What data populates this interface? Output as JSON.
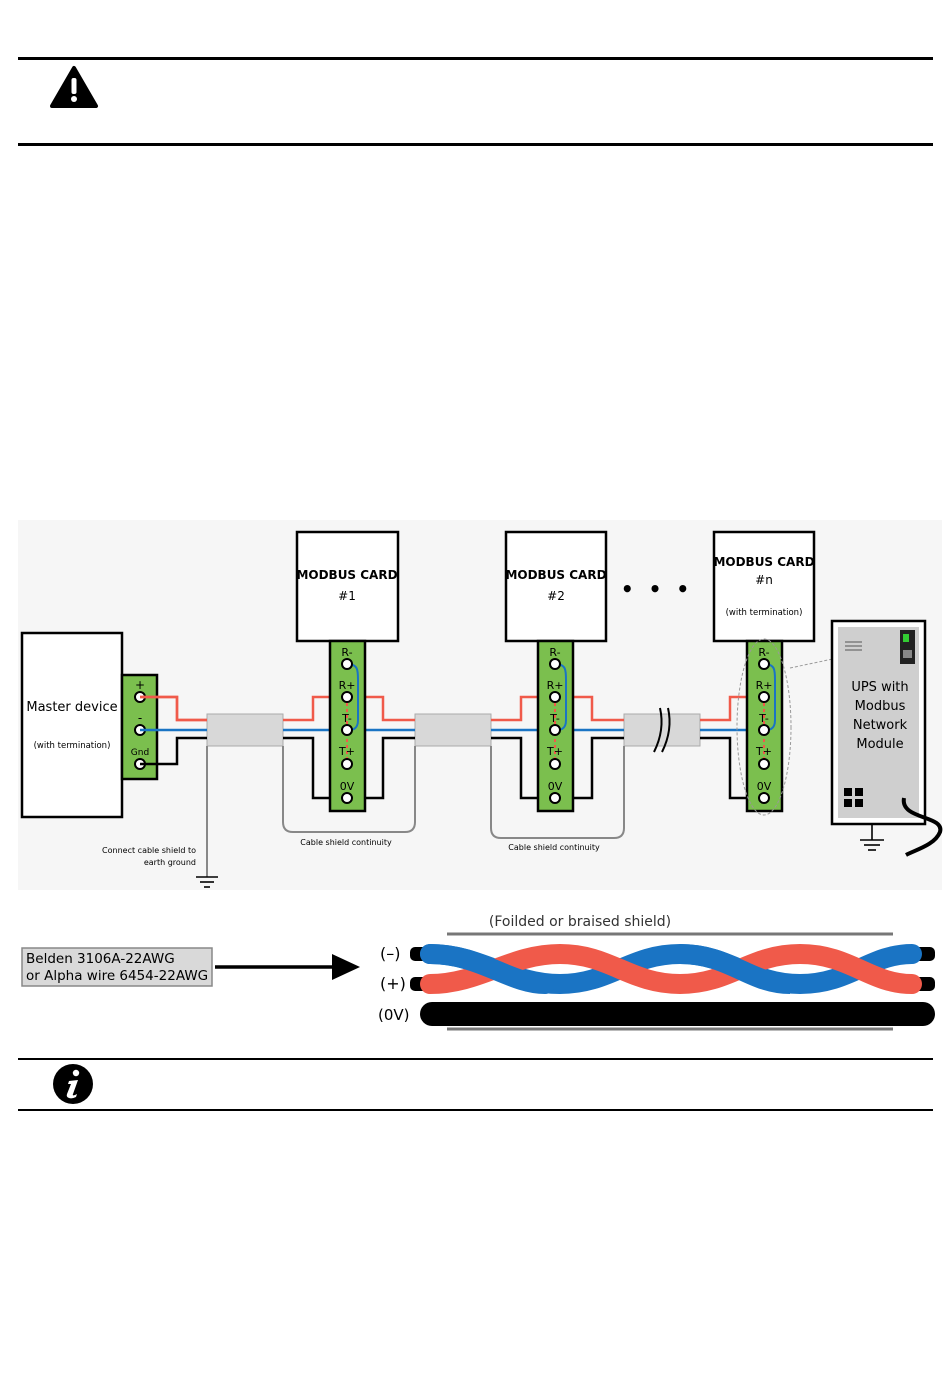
{
  "warning_panel": {
    "icon": "warning-triangle-icon"
  },
  "info_panel": {
    "icon": "info-icon"
  },
  "wiring_diagram": {
    "master": {
      "title": "Master device",
      "subtitle": "(with termination)",
      "terminals": [
        "+",
        "-",
        "Gnd"
      ]
    },
    "cards": [
      {
        "title": "MODBUS CARD",
        "number": "#1",
        "note": ""
      },
      {
        "title": "MODBUS CARD",
        "number": "#2",
        "note": ""
      },
      {
        "title": "MODBUS CARD",
        "number": "#n",
        "note": "(with termination)"
      }
    ],
    "card_terminals": [
      "R-",
      "R+",
      "T-",
      "T+",
      "0V"
    ],
    "ellipsis": "• • •",
    "ups_module": {
      "line1": "UPS with",
      "line2": "Modbus",
      "line3": "Network",
      "line4": "Module"
    },
    "shield_note_1": "Cable shield continuity",
    "shield_note_2": "Cable shield continuity",
    "ground_note_1": "Connect cable shield to",
    "ground_note_2": "earth ground",
    "colors": {
      "positive_wire": "#f05a4a",
      "negative_wire": "#1a74c4",
      "terminal_block": "#7bbf4e",
      "sleeve": "#d8d8d8"
    }
  },
  "cable_diagram": {
    "cable_line1": "Belden 3106A-22AWG",
    "cable_line2": "or Alpha wire 6454-22AWG",
    "shield_label": "(Foilded or braised shield)",
    "negative_label": "(–)",
    "positive_label": "(+)",
    "zero_label": "(0V)",
    "colors": {
      "negative": "#1a74c4",
      "positive": "#f05a4a",
      "zero": "#000000"
    }
  }
}
